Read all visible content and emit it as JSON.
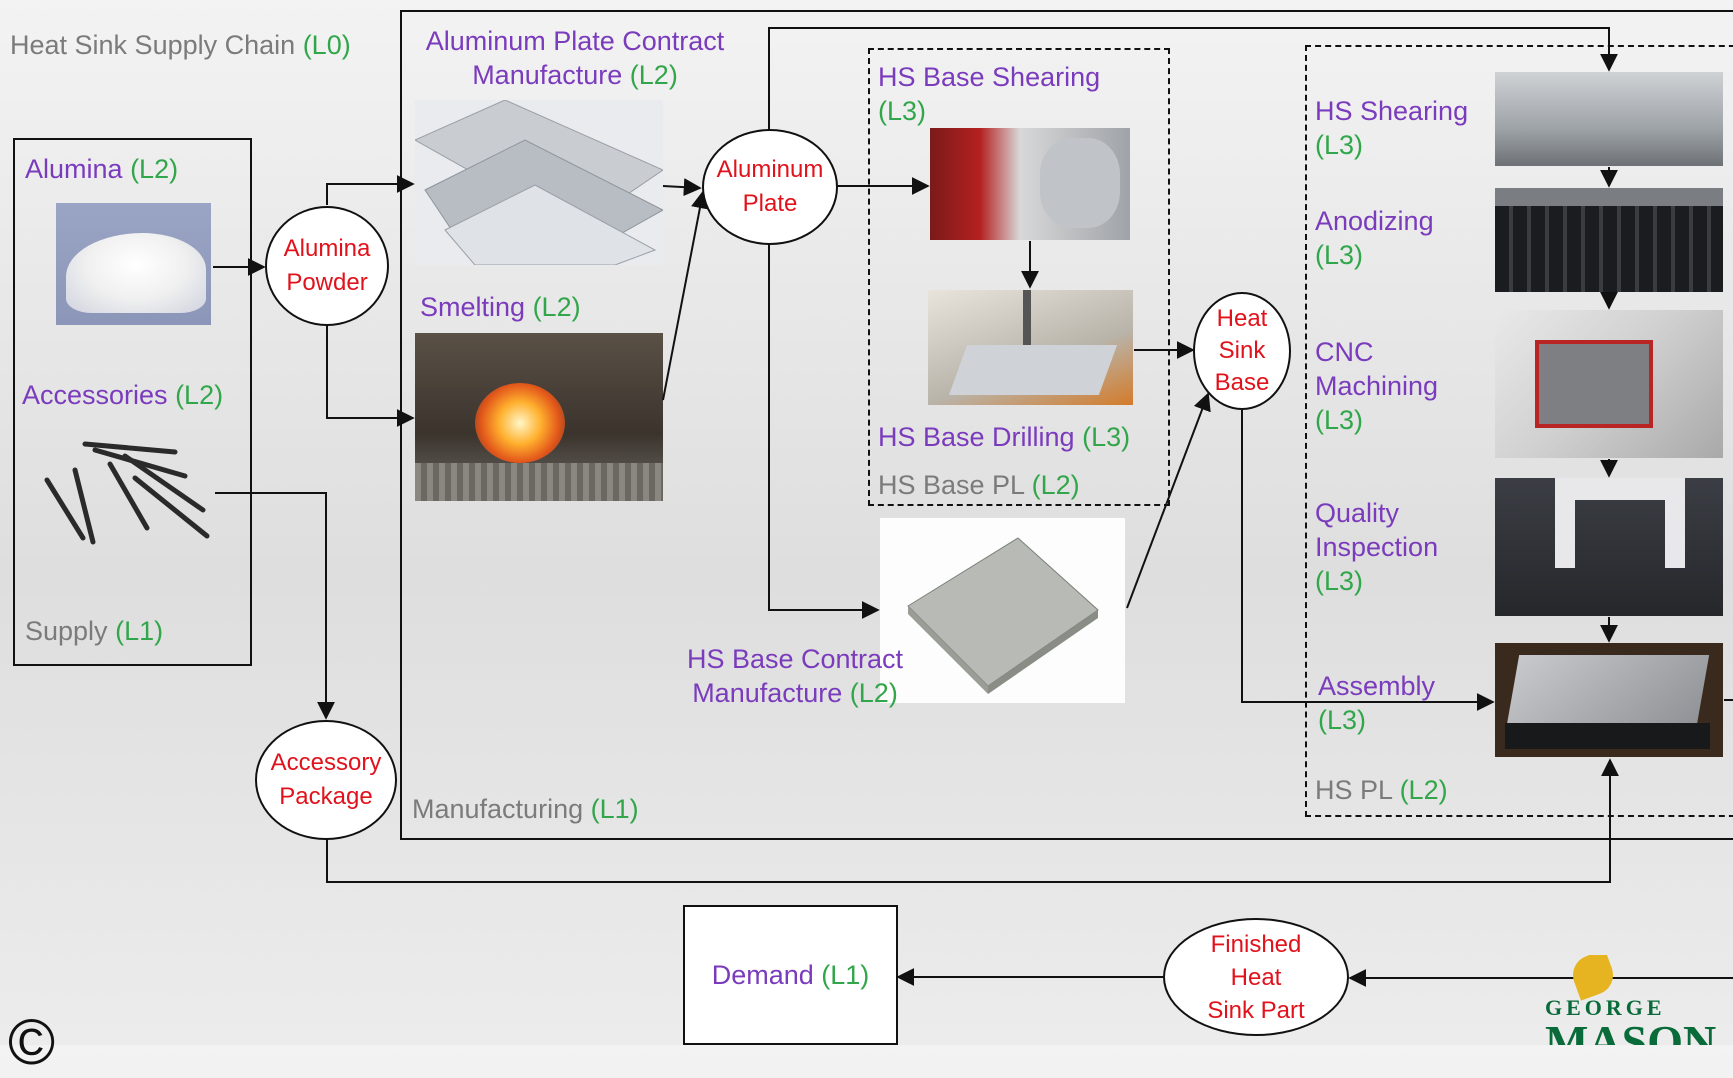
{
  "title": {
    "text": "Heat Sink Supply Chain",
    "level": "(L0)"
  },
  "supply": {
    "label": "Supply",
    "level": "(L1)",
    "alumina": {
      "text": "Alumina",
      "level": "(L2)"
    },
    "accessories": {
      "text": "Accessories",
      "level": "(L2)"
    }
  },
  "manufacturing": {
    "label": "Manufacturing",
    "level": "(L1)",
    "plate_contract": {
      "line1": "Aluminum Plate Contract",
      "line2": "Manufacture",
      "level": "(L2)"
    },
    "smelting": {
      "text": "Smelting",
      "level": "(L2)"
    },
    "base_shearing": {
      "line1": "HS Base Shearing",
      "level": "(L3)"
    },
    "base_drilling": {
      "text": "HS Base Drilling",
      "level": "(L3)"
    },
    "base_pl": {
      "text": "HS Base PL",
      "level": "(L2)"
    },
    "base_contract": {
      "line1": "HS Base Contract",
      "line2": "Manufacture",
      "level": "(L2)"
    },
    "hs_pl": {
      "text": "HS PL",
      "level": "(L2)"
    },
    "hs_steps": [
      {
        "lines": [
          "HS Shearing"
        ],
        "level": "(L3)"
      },
      {
        "lines": [
          "Anodizing"
        ],
        "level": "(L3)"
      },
      {
        "lines": [
          "CNC",
          "Machining"
        ],
        "level": "(L3)"
      },
      {
        "lines": [
          "Quality",
          "Inspection"
        ],
        "level": "(L3)"
      },
      {
        "lines": [
          "Assembly"
        ],
        "level": "(L3)"
      }
    ]
  },
  "nodes": {
    "alumina_powder": [
      "Alumina",
      "Powder"
    ],
    "aluminum_plate": [
      "Aluminum",
      "Plate"
    ],
    "heat_sink_base": [
      "Heat",
      "Sink",
      "Base"
    ],
    "accessory_package": [
      "Accessory",
      "Package"
    ],
    "finished_part": [
      "Finished",
      "Heat",
      "Sink Part"
    ]
  },
  "demand": {
    "text": "Demand",
    "level": "(L1)"
  },
  "copyright": "©",
  "logo": {
    "text": "GEORGE MASON"
  },
  "colors": {
    "gray": "#7b7b7b",
    "purple": "#7a3bbd",
    "green": "#32a64a",
    "red": "#e1121b"
  }
}
